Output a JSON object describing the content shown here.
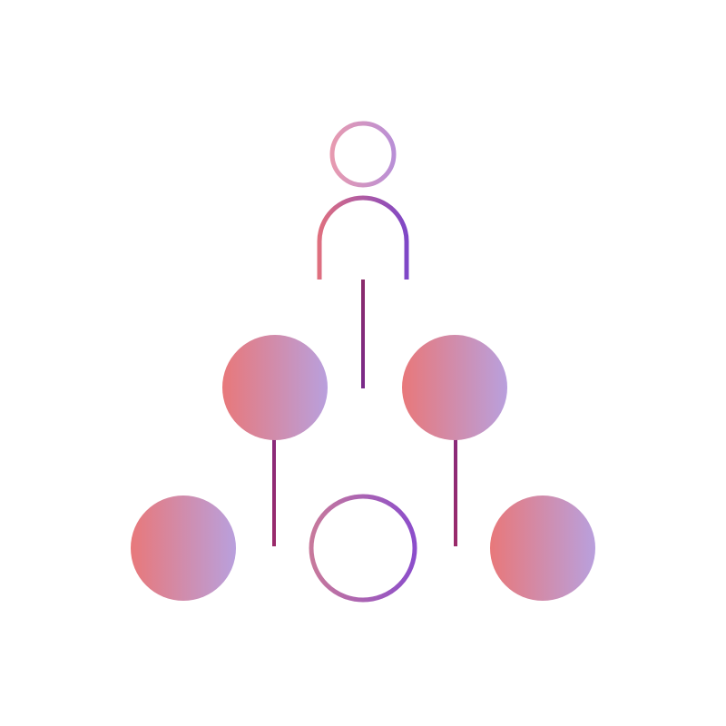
{
  "colors": {
    "background": "#ffffff",
    "gradient_start": "#e8787a",
    "gradient_end": "#b9a0dd",
    "line_start": "#d8343f",
    "line_end": "#5a2bbf",
    "icon_head_start": "#e79ab0",
    "icon_head_end": "#b98fd6",
    "icon_body_start": "#e0707e",
    "icon_body_end": "#7d46c8",
    "empty_node_start": "#c97a9a",
    "empty_node_end": "#8a4ccc"
  },
  "diagram": {
    "icon": "person-icon",
    "nodes": [
      {
        "id": "node-top-left",
        "style": "filled"
      },
      {
        "id": "node-top-right",
        "style": "filled"
      },
      {
        "id": "node-bottom-left",
        "style": "filled"
      },
      {
        "id": "node-bottom-center",
        "style": "outline"
      },
      {
        "id": "node-bottom-right",
        "style": "filled"
      }
    ]
  }
}
